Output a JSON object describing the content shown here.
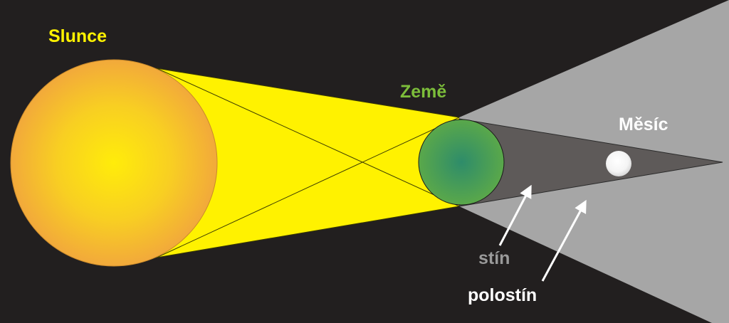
{
  "labels": {
    "sun": "Slunce",
    "earth": "Země",
    "moon": "Měsíc",
    "umbra": "stín",
    "penumbra": "polostín"
  },
  "colors": {
    "background": "#221f1f",
    "sunlight": "#fff200",
    "sun_center": "#ffec0a",
    "sun_edge": "#f2a93b",
    "earth_center": "#2e8c6a",
    "earth_edge": "#5aa84a",
    "penumbra": "#a6a6a6",
    "umbra": "#5e5a59",
    "moon": "#ffffff",
    "sun_label": "#fff200",
    "earth_label": "#7cbd3a",
    "moon_label": "#ffffff",
    "umbra_label": "#9a9a9a",
    "penumbra_label": "#ffffff"
  }
}
